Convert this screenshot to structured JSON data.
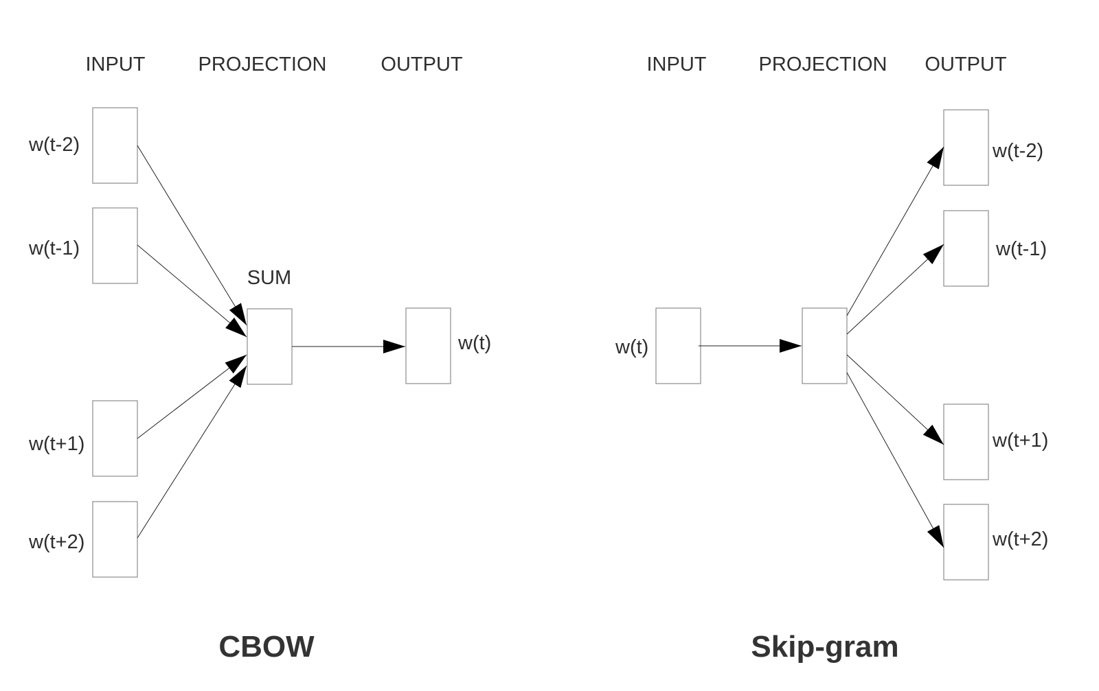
{
  "cbow": {
    "headers": {
      "input": "INPUT",
      "projection": "PROJECTION",
      "output": "OUTPUT"
    },
    "sum_label": "SUM",
    "inputs": [
      "w(t-2)",
      "w(t-1)",
      "w(t+1)",
      "w(t+2)"
    ],
    "output": "w(t)",
    "name": "CBOW"
  },
  "skipgram": {
    "headers": {
      "input": "INPUT",
      "projection": "PROJECTION",
      "output": "OUTPUT"
    },
    "input": "w(t)",
    "outputs": [
      "w(t-2)",
      "w(t-1)",
      "w(t+1)",
      "w(t+2)"
    ],
    "name": "Skip-gram"
  }
}
